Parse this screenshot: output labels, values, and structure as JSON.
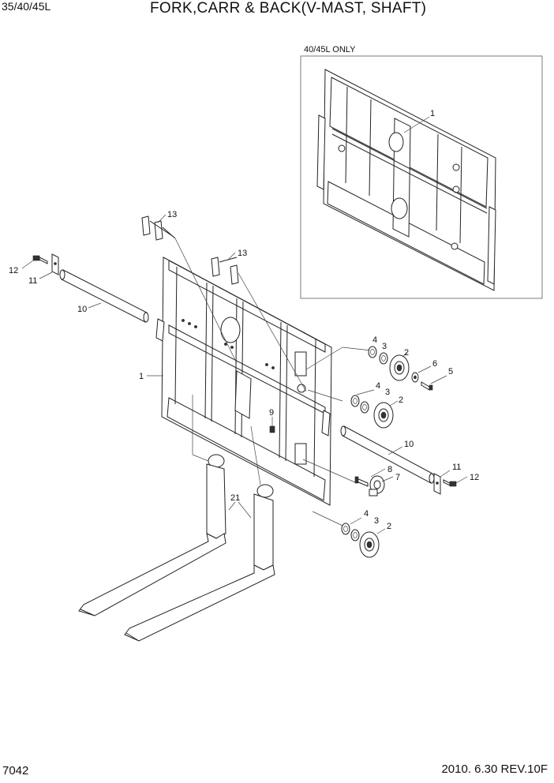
{
  "header": {
    "model": "35/40/45L",
    "title": "FORK,CARR & BACK(V-MAST, SHAFT)"
  },
  "inset": {
    "label": "40/45L ONLY",
    "callout": "1"
  },
  "callouts": {
    "c1": "1",
    "c2a": "2",
    "c2b": "2",
    "c2c": "2",
    "c3a": "3",
    "c3b": "3",
    "c3c": "3",
    "c4a": "4",
    "c4b": "4",
    "c4c": "4",
    "c5": "5",
    "c6": "6",
    "c7": "7",
    "c8": "8",
    "c9": "9",
    "c10a": "10",
    "c10b": "10",
    "c11a": "11",
    "c11b": "11",
    "c12a": "12",
    "c12b": "12",
    "c13a": "13",
    "c13b": "13",
    "c21": "21"
  },
  "footer": {
    "page": "7042",
    "revision": "2010. 6.30  REV.10F"
  }
}
